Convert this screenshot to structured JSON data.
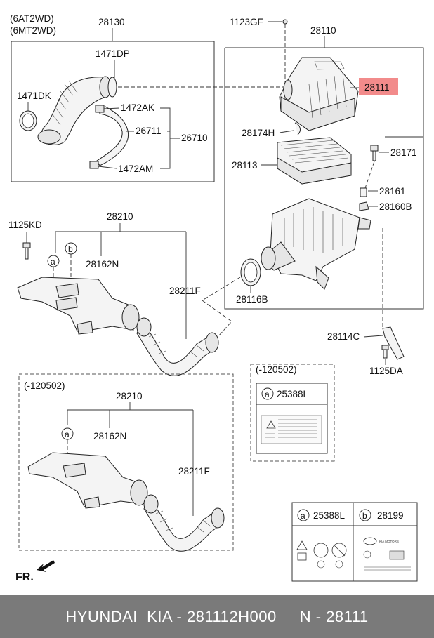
{
  "labels": {
    "variant_at": "(6AT2WD)",
    "variant_mt": "(6MT2WD)",
    "p28130": "28130",
    "p1123GF": "1123GF",
    "p28110": "28110",
    "p1471DP": "1471DP",
    "p1471DK": "1471DK",
    "p28111": "28111",
    "p1472AK": "1472AK",
    "p26711": "26711",
    "p26710": "26710",
    "p1472AM": "1472AM",
    "p28174H": "28174H",
    "p28171": "28171",
    "p28113": "28113",
    "p28161": "28161",
    "p28160B": "28160B",
    "p1125KD": "1125KD",
    "p28210": "28210",
    "p28162N": "28162N",
    "p28211F": "28211F",
    "p28116B": "28116B",
    "p28114C": "28114C",
    "p1125DA": "1125DA",
    "callout_a": "a",
    "callout_b": "b",
    "range_top": "(-120502)",
    "range_bottom": "(-120502)",
    "p25388L": "25388L",
    "p28199": "28199",
    "p28210_b": "28210",
    "p28162N_b": "28162N",
    "p28211F_b": "28211F",
    "fr": "FR."
  },
  "kia_badge": "KIA MOTORS",
  "highlight_color": "#f28b8b",
  "footer": {
    "text": "HYUNDAI  KIA - 281112H000     N - 28111"
  }
}
